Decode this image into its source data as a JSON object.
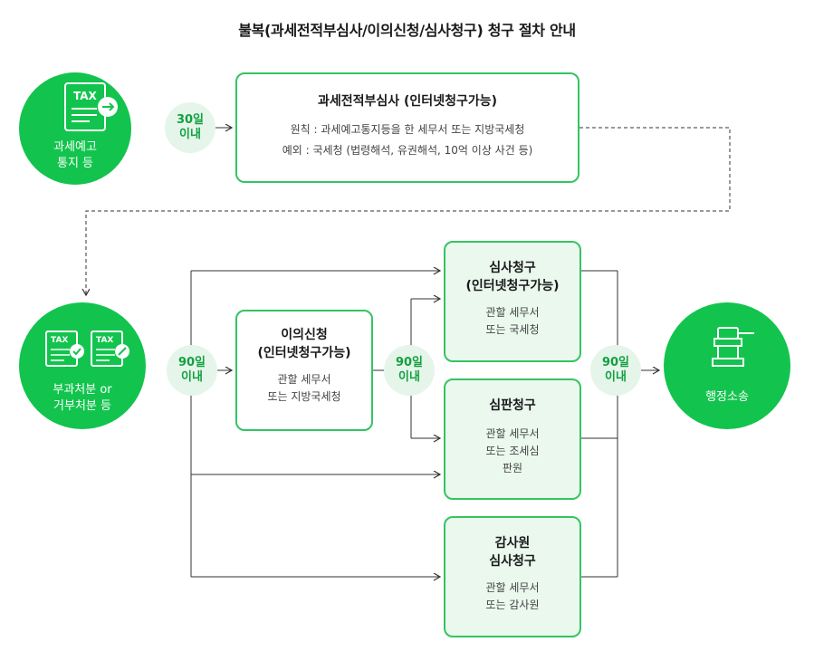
{
  "title": "불복(과세전적부심사/이의신청/심사청구) 청구 절차 안내",
  "node_notice": {
    "icon_text": "TAX",
    "line1": "과세예고",
    "line2": "통지 등"
  },
  "node_disposition": {
    "icon_text": "TAX",
    "line1": "부과처분 or",
    "line2": "거부처분 등"
  },
  "node_litigation": {
    "line1": "행정소송"
  },
  "deadline_30": {
    "line1": "30일",
    "line2": "이내"
  },
  "deadline_90_a": {
    "line1": "90일",
    "line2": "이내"
  },
  "deadline_90_b": {
    "line1": "90일",
    "line2": "이내"
  },
  "deadline_90_c": {
    "line1": "90일",
    "line2": "이내"
  },
  "box_pre_review": {
    "title": "과세전적부심사 (인터넷청구가능)",
    "line1": "원칙 : 과세예고통지등을 한 세무서 또는 지방국세청",
    "line2": "예외 : 국세청 (법령해석, 유권해석, 10억 이상 사건 등)"
  },
  "box_objection": {
    "title1": "이의신청",
    "title2": "(인터넷청구가능)",
    "line1": "관할 세무서",
    "line2": "또는 지방국세청"
  },
  "box_review": {
    "title1": "심사청구",
    "title2": "(인터넷청구가능)",
    "line1": "관할 세무서",
    "line2": "또는 국세청"
  },
  "box_tribunal": {
    "title1": "심판청구",
    "line1": "관할 세무서",
    "line2": "또는 조세심",
    "line3": "판원"
  },
  "box_audit": {
    "title1": "감사원",
    "title2": "심사청구",
    "line1": "관할 세무서",
    "line2": "또는 감사원"
  },
  "colors": {
    "green": "#12c44d",
    "light_green": "#e5f5ea",
    "box_border": "#34c462",
    "box_tint": "#eaf8ee"
  }
}
